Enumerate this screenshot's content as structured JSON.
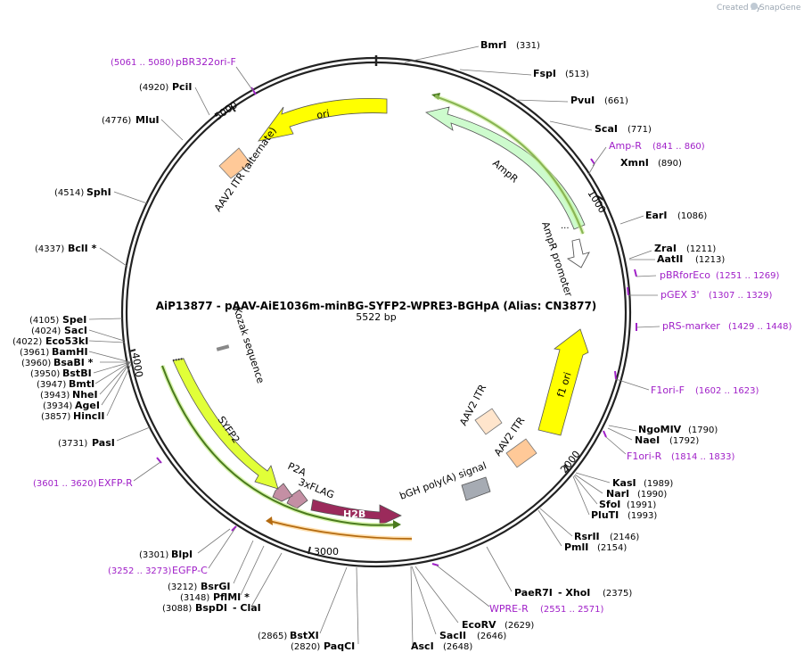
{
  "brand": {
    "created_by": "Created by",
    "name": "SnapGene"
  },
  "plasmid": {
    "name": "AiP13877 - pAAV-AiE1036m-minBG-SYFP2-WPRE3-BGHpA (Alias: CN3877)",
    "length": "5522 bp"
  },
  "ticks": {
    "t1000": "1000",
    "t2000": "2000",
    "t3000": "3000",
    "t4000": "4000",
    "t5000": "5000"
  },
  "enzymes": [
    {
      "name": "BmrI",
      "pos": "(331)"
    },
    {
      "name": "FspI",
      "pos": "(513)"
    },
    {
      "name": "PvuI",
      "pos": "(661)"
    },
    {
      "name": "ScaI",
      "pos": "(771)"
    },
    {
      "name": "XmnI",
      "pos": "(890)"
    },
    {
      "name": "EarI",
      "pos": "(1086)"
    },
    {
      "name": "ZraI",
      "pos": "(1211)"
    },
    {
      "name": "AatII",
      "pos": "(1213)"
    },
    {
      "name": "NgoMIV",
      "pos": "(1790)"
    },
    {
      "name": "NaeI",
      "pos": "(1792)"
    },
    {
      "name": "KasI",
      "pos": "(1989)"
    },
    {
      "name": "NarI",
      "pos": "(1990)"
    },
    {
      "name": "SfoI",
      "pos": "(1991)"
    },
    {
      "name": "PluTI",
      "pos": "(1993)"
    },
    {
      "name": "RsrII",
      "pos": "(2146)"
    },
    {
      "name": "PmlI",
      "pos": "(2154)"
    },
    {
      "name": "PaeR7I",
      "pos": ""
    },
    {
      "name": "- XhoI",
      "pos": "(2375)"
    },
    {
      "name": "EcoRV",
      "pos": "(2629)"
    },
    {
      "name": "SacII",
      "pos": "(2646)"
    },
    {
      "name": "AscI",
      "pos": "(2648)"
    },
    {
      "name": "BstXI",
      "pos": "(2865)"
    },
    {
      "name": "PaqCI",
      "pos": "(2820)"
    },
    {
      "name": "BsrGI",
      "pos": "(3212)"
    },
    {
      "name": "PflMI *",
      "pos": "(3148)"
    },
    {
      "name": "BspDI",
      "pos": "(3088)"
    },
    {
      "name": "- ClaI",
      "pos": ""
    },
    {
      "name": "BlpI",
      "pos": "(3301)"
    },
    {
      "name": "PasI",
      "pos": "(3731)"
    },
    {
      "name": "HincII",
      "pos": "(3857)"
    },
    {
      "name": "AgeI",
      "pos": "(3934)"
    },
    {
      "name": "NheI",
      "pos": "(3943)"
    },
    {
      "name": "BmtI",
      "pos": "(3947)"
    },
    {
      "name": "BstBI",
      "pos": "(3950)"
    },
    {
      "name": "BsaBI *",
      "pos": "(3960)"
    },
    {
      "name": "BamHI",
      "pos": "(3961)"
    },
    {
      "name": "Eco53kI",
      "pos": "(4022)"
    },
    {
      "name": "SacI",
      "pos": "(4024)"
    },
    {
      "name": "SpeI",
      "pos": "(4105)"
    },
    {
      "name": "BclI *",
      "pos": "(4337)"
    },
    {
      "name": "SphI",
      "pos": "(4514)"
    },
    {
      "name": "MluI",
      "pos": "(4776)"
    },
    {
      "name": "PciI",
      "pos": "(4920)"
    }
  ],
  "primers": [
    {
      "name": "pBR322ori-F",
      "range": "(5061 .. 5080)"
    },
    {
      "name": "Amp-R",
      "range": "(841 .. 860)"
    },
    {
      "name": "pBRforEco",
      "range": "(1251 .. 1269)"
    },
    {
      "name": "pGEX 3'",
      "range": "(1307 .. 1329)"
    },
    {
      "name": "pRS-marker",
      "range": "(1429 .. 1448)"
    },
    {
      "name": "F1ori-F",
      "range": "(1602 .. 1623)"
    },
    {
      "name": "F1ori-R",
      "range": "(1814 .. 1833)"
    },
    {
      "name": "WPRE-R",
      "range": "(2551 .. 2571)"
    },
    {
      "name": "EGFP-C",
      "range": "(3252 .. 3273)"
    },
    {
      "name": "EXFP-R",
      "range": "(3601 .. 3620)"
    }
  ],
  "features": {
    "ori": "ori",
    "ampr": "AmpR",
    "ampr_promoter": "AmpR promoter",
    "f1_ori": "f1 ori",
    "aav2_itr_a": "AAV2 ITR",
    "aav2_itr_b": "AAV2 ITR",
    "bgh": "bGH poly(A) signal",
    "h2b": "H2B",
    "flag": "3xFLAG",
    "p2a": "P2A",
    "syfp2": "SYFP2",
    "kozak": "Kozak sequence",
    "aav2_itr_alt": "AAV2 ITR (alternate)"
  }
}
